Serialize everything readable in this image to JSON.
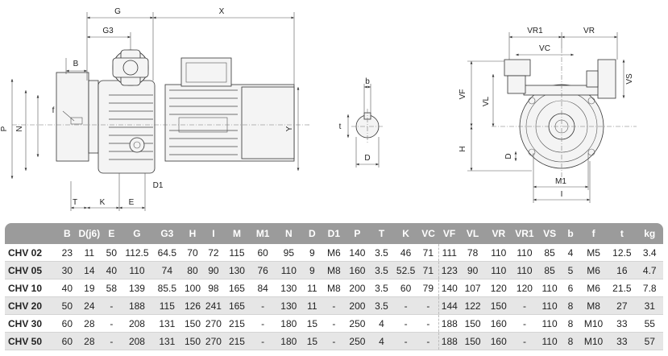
{
  "drawing": {
    "labels": {
      "G": "G",
      "X": "X",
      "G3": "G3",
      "B": "B",
      "P": "P",
      "N": "N",
      "f": "f",
      "Y": "Y",
      "T": "T",
      "K": "K",
      "E": "E",
      "D1": "D1",
      "b": "b",
      "t": "t",
      "D": "D",
      "VR1": "VR1",
      "VR": "VR",
      "VC": "VC",
      "VF": "VF",
      "VL": "VL",
      "VS": "VS",
      "H": "H",
      "M1": "M1",
      "I": "I"
    }
  },
  "table": {
    "headers": [
      "",
      "B",
      "D(j6)",
      "E",
      "G",
      "G3",
      "H",
      "I",
      "M",
      "M1",
      "N",
      "D",
      "D1",
      "P",
      "T",
      "K",
      "VC",
      "VF",
      "VL",
      "VR",
      "VR1",
      "VS",
      "b",
      "f",
      "t",
      "kg"
    ],
    "rows": [
      [
        "CHV 02",
        "23",
        "11",
        "50",
        "112.5",
        "64.5",
        "70",
        "72",
        "115",
        "60",
        "95",
        "9",
        "M6",
        "140",
        "3.5",
        "46",
        "71",
        "111",
        "78",
        "110",
        "110",
        "85",
        "4",
        "M5",
        "12.5",
        "3.4"
      ],
      [
        "CHV 05",
        "30",
        "14",
        "40",
        "110",
        "74",
        "80",
        "90",
        "130",
        "76",
        "110",
        "9",
        "M8",
        "160",
        "3.5",
        "52.5",
        "71",
        "123",
        "90",
        "110",
        "110",
        "85",
        "5",
        "M6",
        "16",
        "4.7"
      ],
      [
        "CHV 10",
        "40",
        "19",
        "58",
        "139",
        "85.5",
        "100",
        "98",
        "165",
        "84",
        "130",
        "11",
        "M8",
        "200",
        "3.5",
        "60",
        "79",
        "140",
        "107",
        "120",
        "120",
        "110",
        "6",
        "M6",
        "21.5",
        "7.8"
      ],
      [
        "CHV 20",
        "50",
        "24",
        "-",
        "188",
        "115",
        "126",
        "241",
        "165",
        "-",
        "130",
        "11",
        "-",
        "200",
        "3.5",
        "-",
        "-",
        "144",
        "122",
        "150",
        "-",
        "110",
        "8",
        "M8",
        "27",
        "31"
      ],
      [
        "CHV 30",
        "60",
        "28",
        "-",
        "208",
        "131",
        "150",
        "270",
        "215",
        "-",
        "180",
        "15",
        "-",
        "250",
        "4",
        "-",
        "-",
        "188",
        "150",
        "160",
        "-",
        "110",
        "8",
        "M10",
        "33",
        "55"
      ],
      [
        "CHV 50",
        "60",
        "28",
        "-",
        "208",
        "131",
        "150",
        "270",
        "215",
        "-",
        "180",
        "15",
        "-",
        "250",
        "4",
        "-",
        "-",
        "188",
        "150",
        "160",
        "-",
        "110",
        "8",
        "M10",
        "33",
        "57"
      ]
    ]
  }
}
